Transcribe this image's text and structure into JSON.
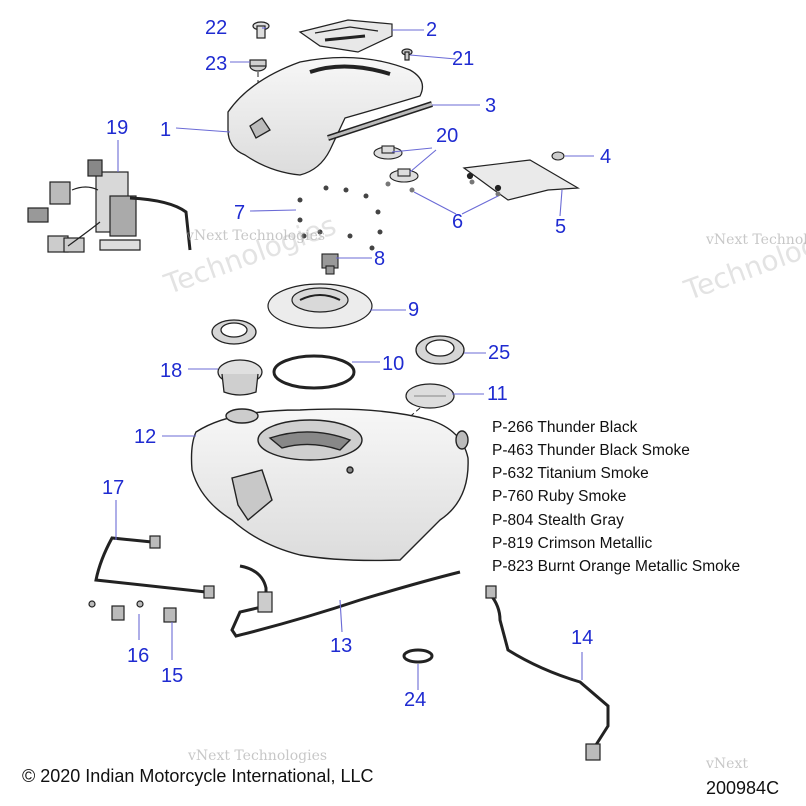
{
  "callouts": {
    "c1": "1",
    "c2": "2",
    "c3": "3",
    "c4": "4",
    "c5": "5",
    "c6": "6",
    "c7": "7",
    "c8": "8",
    "c9": "9",
    "c10": "10",
    "c11": "11",
    "c12": "12",
    "c13": "13",
    "c14": "14",
    "c15": "15",
    "c16": "16",
    "c17": "17",
    "c18": "18",
    "c19": "19",
    "c20": "20",
    "c21": "21",
    "c22": "22",
    "c23": "23",
    "c24": "24",
    "c25": "25"
  },
  "legend": [
    "P-266 Thunder Black",
    "P-463 Thunder Black Smoke",
    "P-632 Titanium Smoke",
    "P-760 Ruby Smoke",
    "P-804 Stealth Gray",
    "P-819 Crimson Metallic",
    "P-823 Burnt Orange Metallic Smoke"
  ],
  "watermark": {
    "top": "vNext Technologies",
    "bottom": "Technologies",
    "short": "vNext"
  },
  "footer": {
    "copyright": "© 2020 Indian Motorcycle International, LLC",
    "diagram_id": "200984C"
  },
  "colors": {
    "callout": "#1f2bd1",
    "leader": "#5a5ad0",
    "part_fill": "#efefef",
    "part_stroke": "#222222"
  }
}
